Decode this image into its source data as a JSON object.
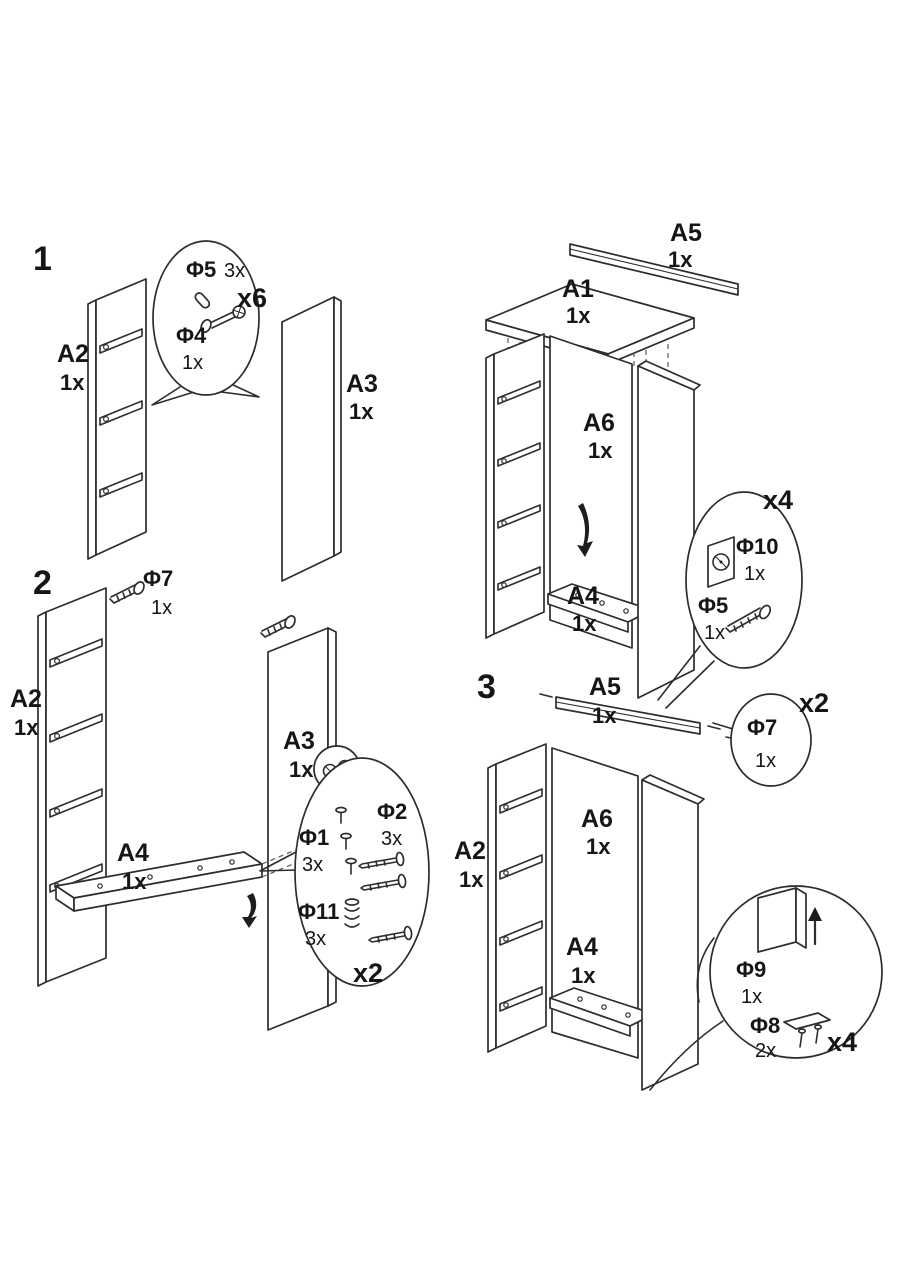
{
  "colors": {
    "ink": "#2d2d2d",
    "text": "#161616",
    "background": "#ffffff"
  },
  "icons": {
    "dowel": "dowel-icon",
    "cam_bolt": "cam-bolt-icon",
    "screw": "screw-icon",
    "cam_lock": "cam-lock-icon",
    "spring_washer": "spring-washer-icon",
    "corner_bracket": "corner-bracket-icon",
    "foot_bracket": "foot-bracket-icon",
    "arrow_down": "arrow-down-icon",
    "arrow_up": "arrow-up-icon"
  },
  "step1": {
    "number": "1",
    "panel_a2": {
      "label": "A2",
      "qty": "1x"
    },
    "panel_a3": {
      "label": "A3",
      "qty": "1x"
    },
    "hw_phi5": {
      "label": "Φ5",
      "qty": "3x"
    },
    "hw_phi4": {
      "label": "Φ4",
      "qty": "1x"
    },
    "multiplier": "x6"
  },
  "step2": {
    "number": "2",
    "hw_phi7": {
      "label": "Φ7",
      "qty": "1x"
    },
    "panel_a2": {
      "label": "A2",
      "qty": "1x"
    },
    "panel_a3": {
      "label": "A3",
      "qty": "1x"
    },
    "panel_a4": {
      "label": "A4",
      "qty": "1x"
    },
    "hw_phi1": {
      "label": "Φ1",
      "qty": "3x"
    },
    "hw_phi2": {
      "label": "Φ2",
      "qty": "3x"
    },
    "hw_phi11": {
      "label": "Φ11",
      "qty": "3x"
    },
    "multiplier": "x2"
  },
  "assembly": {
    "rail_a5": {
      "label": "A5",
      "qty": "1x"
    },
    "panel_a1": {
      "label": "A1",
      "qty": "1x"
    },
    "panel_a6": {
      "label": "A6",
      "qty": "1x"
    },
    "panel_a4": {
      "label": "A4",
      "qty": "1x"
    },
    "hw_phi10": {
      "label": "Φ10",
      "qty": "1x"
    },
    "hw_phi5": {
      "label": "Φ5",
      "qty": "1x"
    },
    "multiplier": "x4"
  },
  "step3": {
    "number": "3",
    "rail_a5": {
      "label": "A5",
      "qty": "1x"
    },
    "hw_phi7": {
      "label": "Φ7",
      "qty": "1x",
      "multiplier": "x2"
    },
    "panel_a2": {
      "label": "A2",
      "qty": "1x"
    },
    "panel_a6": {
      "label": "A6",
      "qty": "1x"
    },
    "panel_a4": {
      "label": "A4",
      "qty": "1x"
    },
    "hw_phi9": {
      "label": "Φ9",
      "qty": "1x"
    },
    "hw_phi8": {
      "label": "Φ8",
      "qty": "2x"
    },
    "multiplier": "x4"
  }
}
